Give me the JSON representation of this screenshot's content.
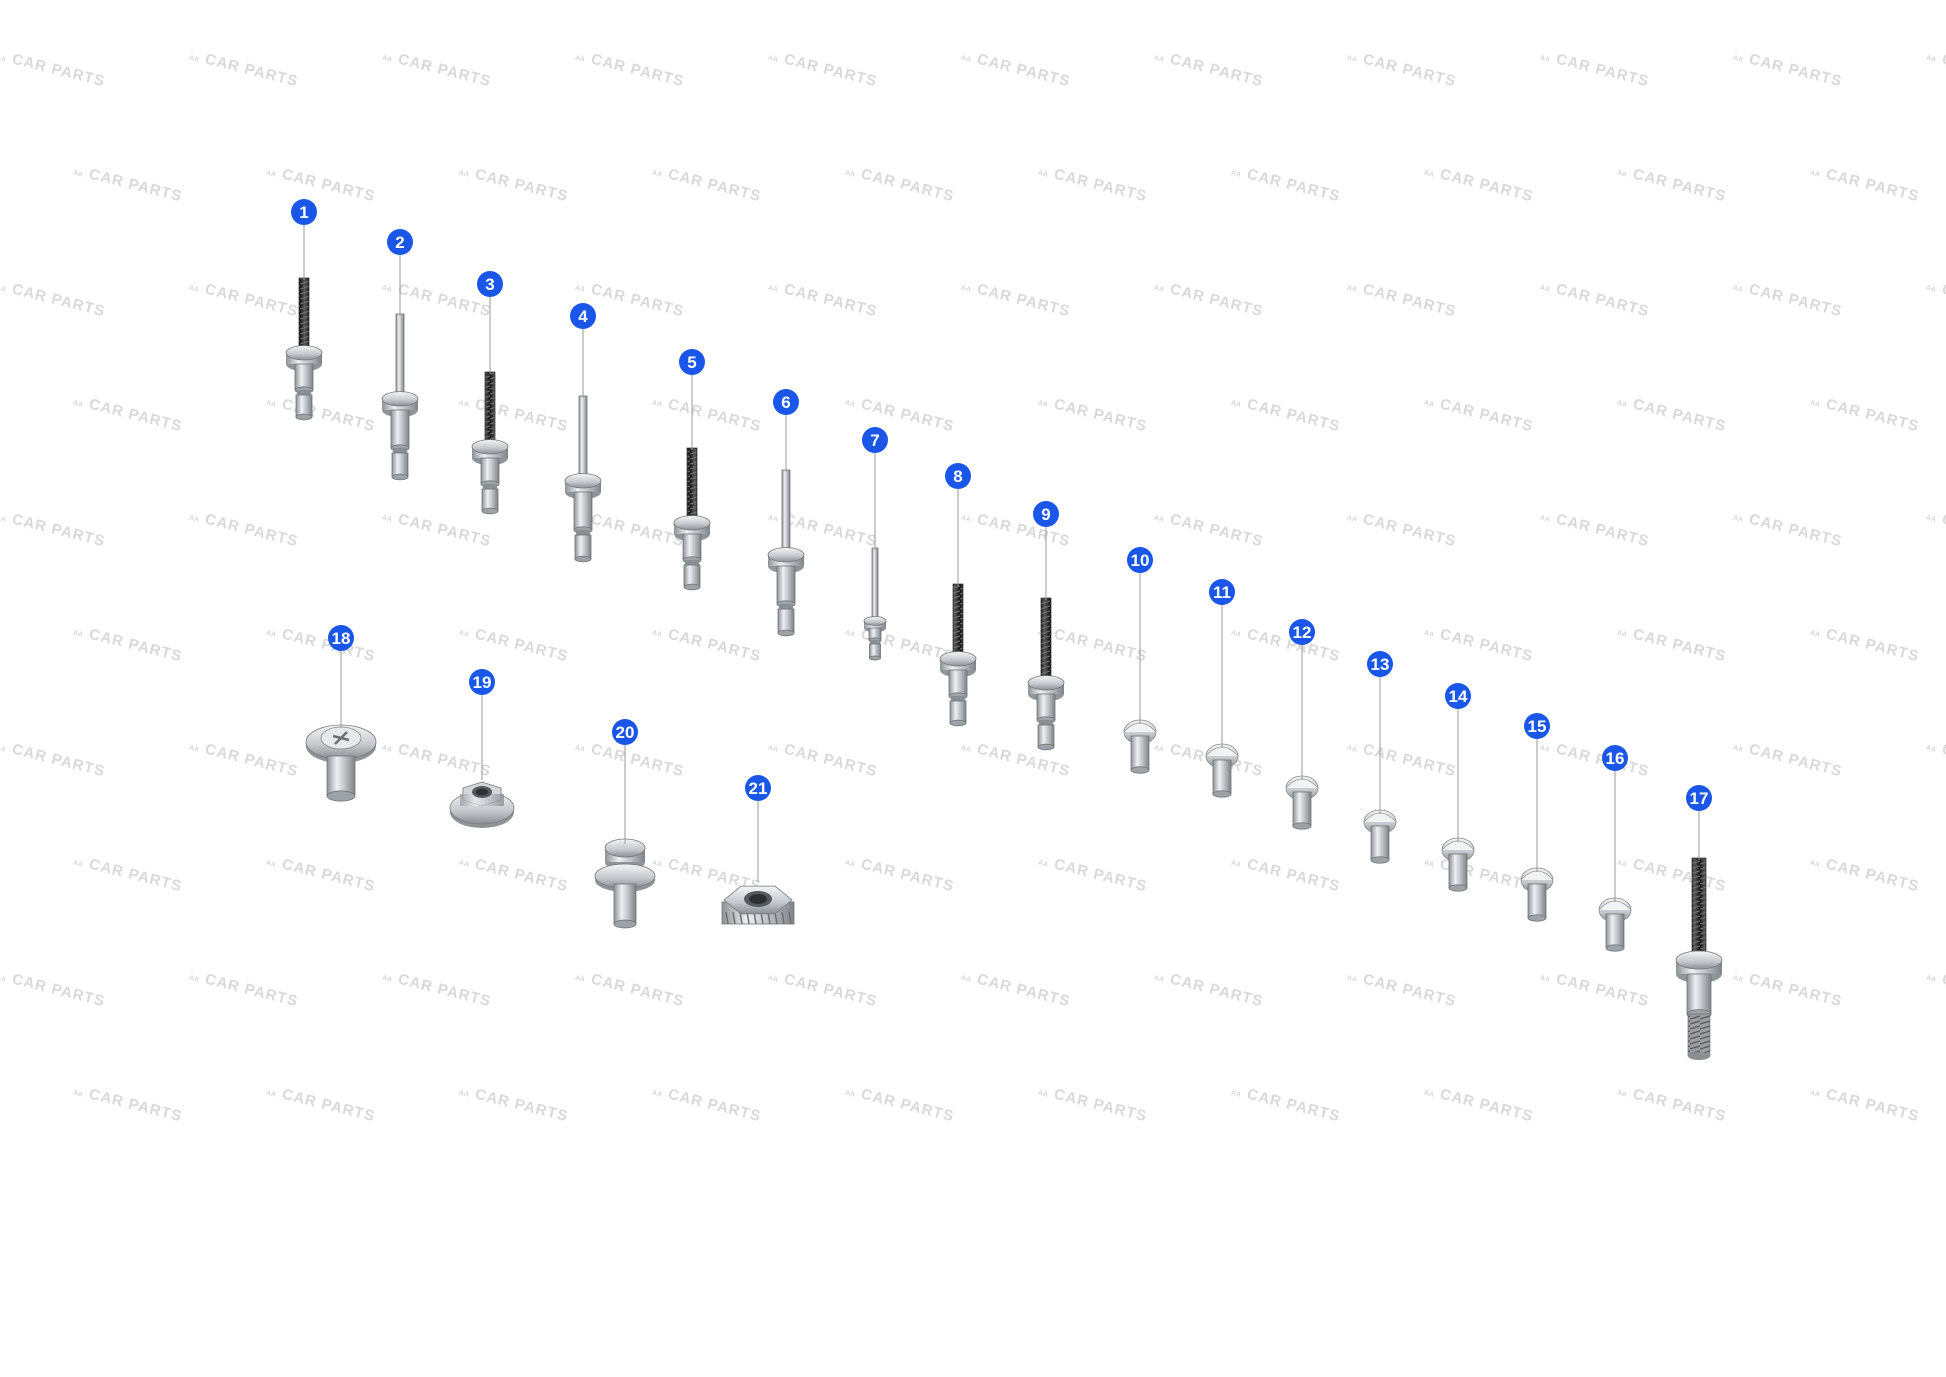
{
  "watermark": "CAR PARTS",
  "watermark_small": "AA",
  "colors": {
    "callout": "#1a56e8",
    "leader": "#9a9a9a",
    "metal": "#c9cdd1",
    "thread": "#2a2a2a"
  },
  "parts": [
    {
      "label": "1",
      "kind": "threaded-rivet-stud"
    },
    {
      "label": "2",
      "kind": "blind-rivet"
    },
    {
      "label": "3",
      "kind": "threaded-rivet-stud"
    },
    {
      "label": "4",
      "kind": "blind-rivet"
    },
    {
      "label": "5",
      "kind": "threaded-rivet-stud"
    },
    {
      "label": "6",
      "kind": "blind-rivet"
    },
    {
      "label": "7",
      "kind": "small-blind-rivet"
    },
    {
      "label": "8",
      "kind": "threaded-rivet-stud"
    },
    {
      "label": "9",
      "kind": "threaded-rivet-stud"
    },
    {
      "label": "10",
      "kind": "solid-rivet"
    },
    {
      "label": "11",
      "kind": "solid-rivet"
    },
    {
      "label": "12",
      "kind": "solid-rivet"
    },
    {
      "label": "13",
      "kind": "solid-rivet"
    },
    {
      "label": "14",
      "kind": "solid-rivet"
    },
    {
      "label": "15",
      "kind": "solid-rivet"
    },
    {
      "label": "16",
      "kind": "solid-rivet"
    },
    {
      "label": "17",
      "kind": "double-threaded-stud"
    },
    {
      "label": "18",
      "kind": "washer-head-screw"
    },
    {
      "label": "19",
      "kind": "flange-nut"
    },
    {
      "label": "20",
      "kind": "collar-bolt"
    },
    {
      "label": "21",
      "kind": "lock-nut"
    }
  ]
}
